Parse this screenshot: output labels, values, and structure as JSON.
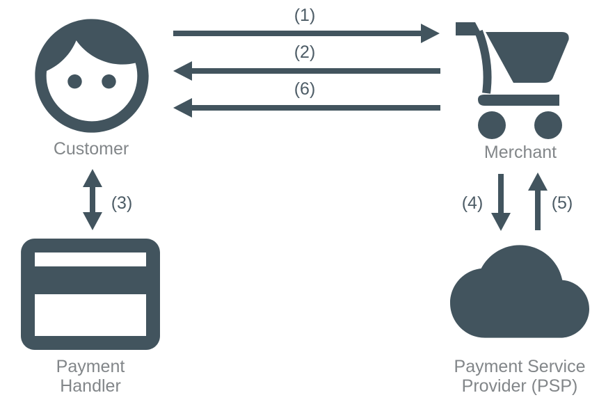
{
  "colors": {
    "icon": "#42545E",
    "arrow": "#42545E",
    "node_label": "#828689",
    "step_label": "#4D5C66",
    "background": "#FFFFFF"
  },
  "nodes": {
    "customer": {
      "label": "Customer",
      "icon": "face-icon"
    },
    "merchant": {
      "label": "Merchant",
      "icon": "shopping-cart-icon"
    },
    "payment_handler": {
      "line1": "Payment",
      "line2": "Handler",
      "icon": "credit-card-icon"
    },
    "psp": {
      "line1": "Payment Service",
      "line2": "Provider (PSP)",
      "icon": "cloud-icon"
    }
  },
  "arrows": {
    "step1": {
      "label": "(1)",
      "from": "Customer",
      "to": "Merchant",
      "direction": "right"
    },
    "step2": {
      "label": "(2)",
      "from": "Merchant",
      "to": "Customer",
      "direction": "left"
    },
    "step3": {
      "label": "(3)",
      "from": "Customer",
      "to": "Payment Handler",
      "direction": "bidirectional"
    },
    "step4": {
      "label": "(4)",
      "from": "Merchant",
      "to": "Payment Service Provider (PSP)",
      "direction": "down"
    },
    "step5": {
      "label": "(5)",
      "from": "Payment Service Provider (PSP)",
      "to": "Merchant",
      "direction": "up"
    },
    "step6": {
      "label": "(6)",
      "from": "Merchant",
      "to": "Customer",
      "direction": "left"
    }
  }
}
